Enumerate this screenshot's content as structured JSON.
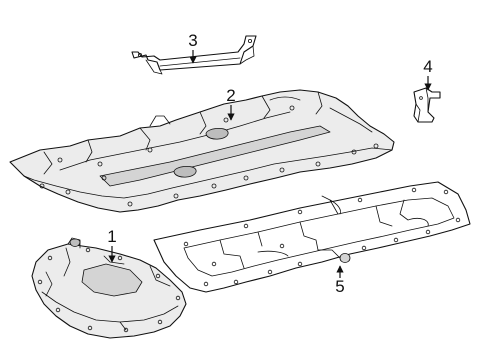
{
  "callouts": {
    "c1": "1",
    "c2": "2",
    "c3": "3",
    "c4": "4",
    "c5": "5"
  },
  "colors": {
    "stroke": "#111111",
    "background": "#ffffff",
    "panel_fill": "#ececec",
    "shade_fill": "#d4d4d4"
  }
}
